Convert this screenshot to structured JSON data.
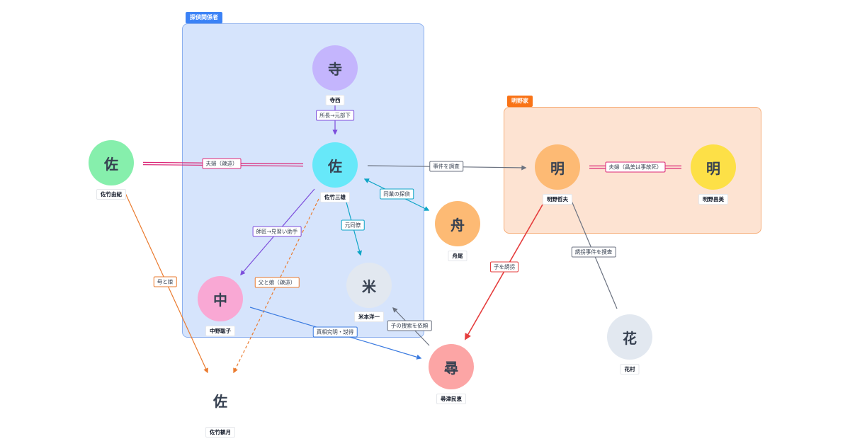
{
  "groups": {
    "detective": {
      "label": "探偵関係者",
      "color": "#3b82f6"
    },
    "akeno": {
      "label": "明野家",
      "color": "#f97316"
    }
  },
  "nodes": {
    "teranishi": {
      "char": "寺",
      "name": "寺西",
      "color": "#c4b5fd"
    },
    "sataki_mitsuo": {
      "char": "佐",
      "name": "佐竹三雄",
      "color": "#67e8f9"
    },
    "sataki_yuki": {
      "char": "佐",
      "name": "佐竹由紀",
      "color": "#86efac"
    },
    "funao": {
      "char": "舟",
      "name": "舟尾",
      "color": "#fdba74"
    },
    "yonemoto": {
      "char": "米",
      "name": "米本洋一",
      "color": "#e2e8f0"
    },
    "nakano": {
      "char": "中",
      "name": "中野聡子",
      "color": "#f9a8d4"
    },
    "akeno_tetsuo": {
      "char": "明",
      "name": "明野哲夫",
      "color": "#fdba74"
    },
    "akeno_masami": {
      "char": "明",
      "name": "明野昌美",
      "color": "#fde047"
    },
    "hanamura": {
      "char": "花",
      "name": "花村",
      "color": "#e2e8f0"
    },
    "hirotsu": {
      "char": "尋",
      "name": "尋津民恵",
      "color": "#fca5a5"
    },
    "sataki_kangetsu": {
      "char": "佐",
      "name": "佐竹観月",
      "color": "#ffffff"
    }
  },
  "edges": {
    "e1": {
      "label": "所長→元部下",
      "color": "#7c4ddb"
    },
    "e2": {
      "label": "夫婦（疎遠）",
      "color": "#db2777"
    },
    "e3": {
      "label": "事件を調査",
      "color": "#6b7280"
    },
    "e4": {
      "label": "夫婦（昌美は事故死）",
      "color": "#db2777"
    },
    "e5": {
      "label": "同業の探偵",
      "color": "#0ea5c6"
    },
    "e6": {
      "label": "元同僚",
      "color": "#0ea5c6"
    },
    "e7": {
      "label": "師匠→見習い助手",
      "color": "#7c4ddb"
    },
    "e8": {
      "label": "父と娘（疎遠）",
      "color": "#ea7a2e"
    },
    "e9": {
      "label": "母と娘",
      "color": "#ea7a2e"
    },
    "e10": {
      "label": "真相究明・説得",
      "color": "#3b7be0"
    },
    "e11": {
      "label": "子の捜索を依頼",
      "color": "#6b7280"
    },
    "e12": {
      "label": "子を誘拐",
      "color": "#e53e3e"
    },
    "e13": {
      "label": "誘拐事件を捜査",
      "color": "#6b7280"
    }
  }
}
